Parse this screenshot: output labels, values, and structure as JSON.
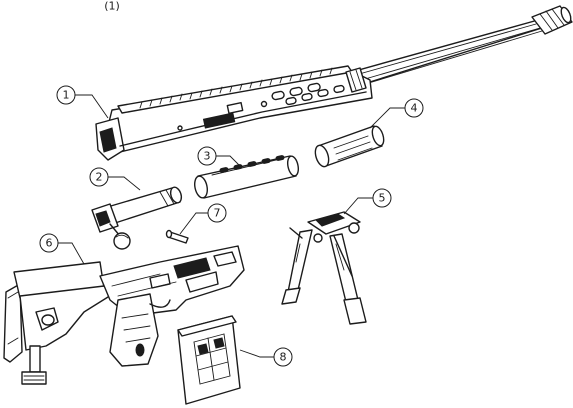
{
  "diagram": {
    "top_fragment_text": "(1)",
    "callouts": [
      {
        "id": "callout-1",
        "label": "1"
      },
      {
        "id": "callout-2",
        "label": "2"
      },
      {
        "id": "callout-3",
        "label": "3"
      },
      {
        "id": "callout-4",
        "label": "4"
      },
      {
        "id": "callout-5",
        "label": "5"
      },
      {
        "id": "callout-6",
        "label": "6"
      },
      {
        "id": "callout-7",
        "label": "7"
      },
      {
        "id": "callout-8",
        "label": "8"
      }
    ]
  },
  "colors": {
    "line": "#1c1c1c",
    "background": "#ffffff",
    "shade": "#e8e8e8"
  }
}
